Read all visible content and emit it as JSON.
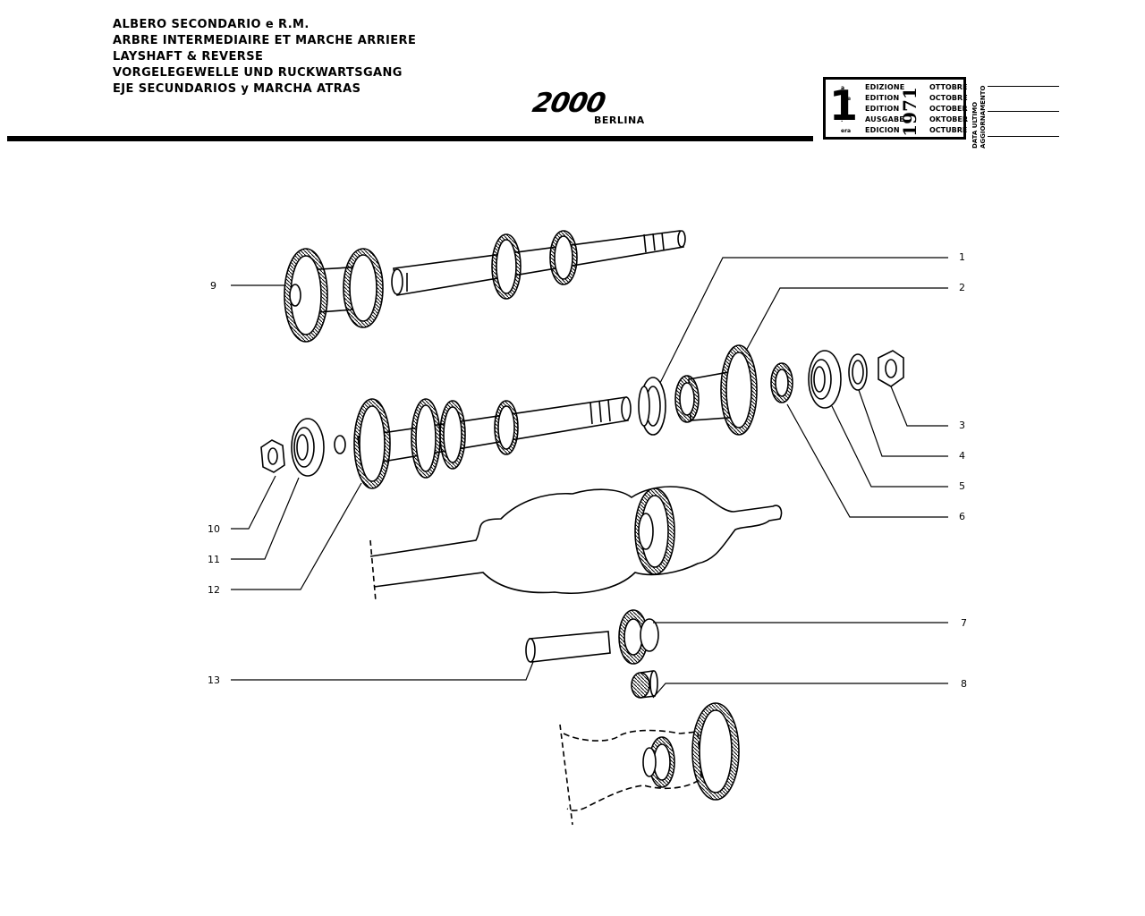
{
  "header": {
    "titles": [
      "ALBERO SECONDARIO e R.M.",
      "ARBRE INTERMEDIAIRE ET MARCHE ARRIERE",
      "LAYSHAFT & REVERSE",
      "VORGELEGEWELLE UND RUCKWARTSGANG",
      "EJE SECUNDARIOS y MARCHA ATRAS"
    ],
    "logo": "2000",
    "model": "BERLINA"
  },
  "edition_box": {
    "number": "1",
    "suffixes": [
      "a",
      "ere",
      "st",
      ".",
      "era"
    ],
    "labels": [
      "EDIZIONE",
      "EDITION",
      "EDITION",
      "AUSGABE",
      "EDICION"
    ],
    "year": "1971",
    "months": [
      "OTTOBRE",
      "OCTOBRE",
      "OCTOBER",
      "OKTOBER",
      "OCTUBRE"
    ],
    "update_label": [
      "DATA ULTIMO",
      "AGGIORNAMENTO"
    ]
  },
  "callouts": [
    "1",
    "2",
    "3",
    "4",
    "5",
    "6",
    "7",
    "8",
    "9",
    "10",
    "11",
    "12",
    "13"
  ]
}
